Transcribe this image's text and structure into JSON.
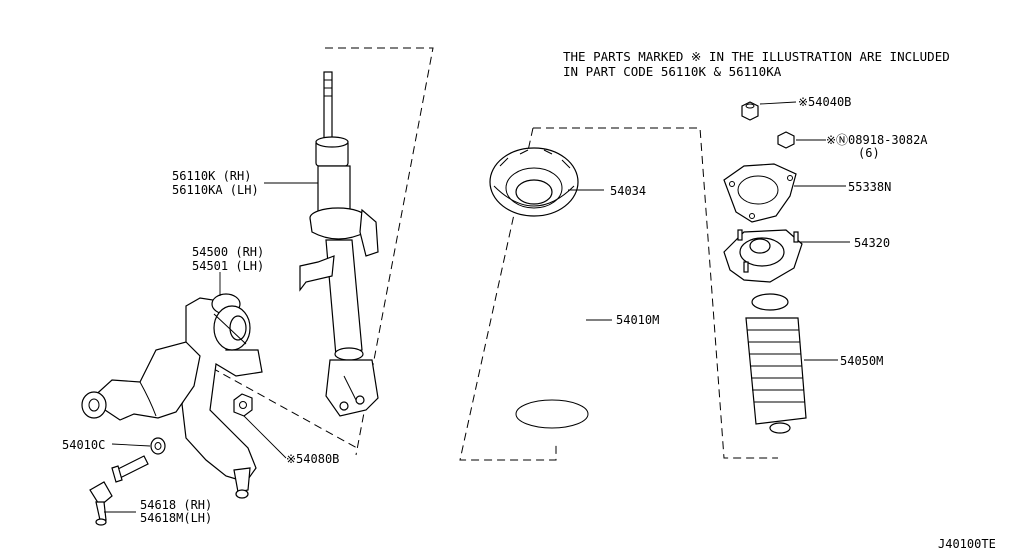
{
  "note": {
    "line1": "THE PARTS MARKED  ※  IN THE ILLUSTRATION ARE INCLUDED",
    "line2": "IN PART CODE 56110K & 56110KA"
  },
  "callouts": {
    "p56110k": "56110K (RH)",
    "p56110ka": "56110KA (LH)",
    "p54500": "54500 (RH)",
    "p54501": "54501 (LH)",
    "p54010c": "54010C",
    "p54080b": "※54080B",
    "p54618": "54618 (RH)",
    "p54618m": "54618M(LH)",
    "p54034": "54034",
    "p54010m": "54010M",
    "p54040b": "※54040B",
    "p08918": "※Ⓝ08918-3082A",
    "p08918_qty": "(6)",
    "p55338n": "55338N",
    "p54320": "54320",
    "p54050m": "54050M"
  },
  "diagram_code": "J40100TE"
}
